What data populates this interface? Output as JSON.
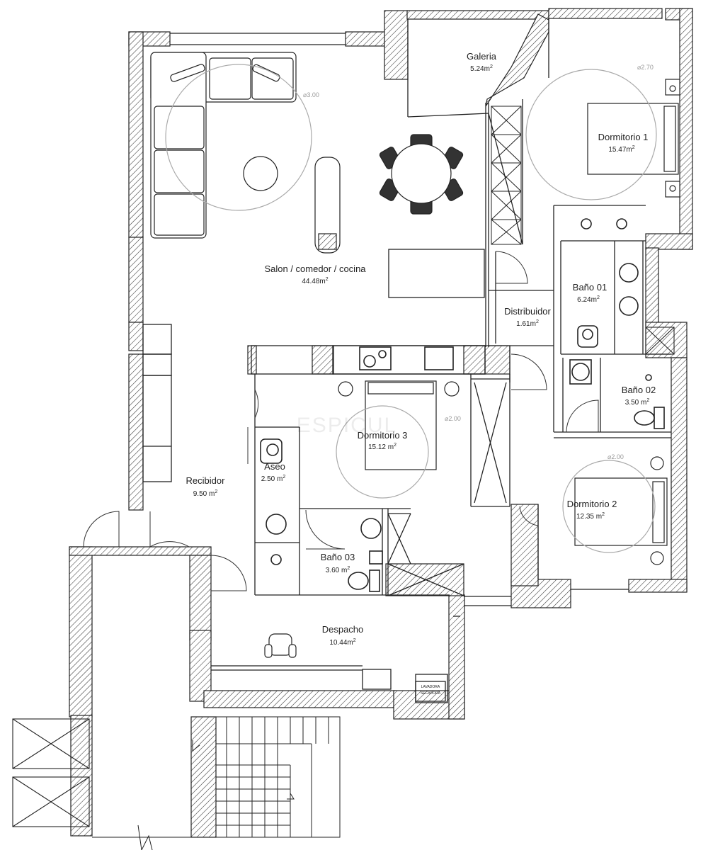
{
  "rooms": {
    "galeria": {
      "name": "Galeria",
      "area": "5.24m",
      "unit": "2"
    },
    "dormitorio1": {
      "name": "Dormitorio 1",
      "area": "15.47m",
      "unit": "2"
    },
    "salon": {
      "name": "Salon / comedor / cocina",
      "area": "44.48m",
      "unit": "2"
    },
    "bano01": {
      "name": "Baño 01",
      "area": "6.24m",
      "unit": "2"
    },
    "distribuidor": {
      "name": "Distribuidor",
      "area": "1.61m",
      "unit": "2"
    },
    "bano02": {
      "name": "Baño 02",
      "area": "3.50 m",
      "unit": "2"
    },
    "dormitorio3": {
      "name": "Dormitorio 3",
      "area": "15.12 m",
      "unit": "2"
    },
    "aseo": {
      "name": "Aseo",
      "area": "2.50 m",
      "unit": "2"
    },
    "recibidor": {
      "name": "Recibidor",
      "area": "9.50 m",
      "unit": "2"
    },
    "dormitorio2": {
      "name": "Dormitorio 2",
      "area": "12.35 m",
      "unit": "2"
    },
    "bano03": {
      "name": "Baño 03",
      "area": "3.60 m",
      "unit": "2"
    },
    "despacho": {
      "name": "Despacho",
      "area": "10.44m",
      "unit": "2"
    }
  },
  "circles": {
    "salon": "⌀3.00",
    "dormitorio1": "⌀2.70",
    "dormitorio3": "⌀2.00",
    "dormitorio2": "⌀2.00"
  },
  "appliance": {
    "line1": "LAVADORA",
    "line2": "SECADORA"
  },
  "watermark": "ESPICUL"
}
